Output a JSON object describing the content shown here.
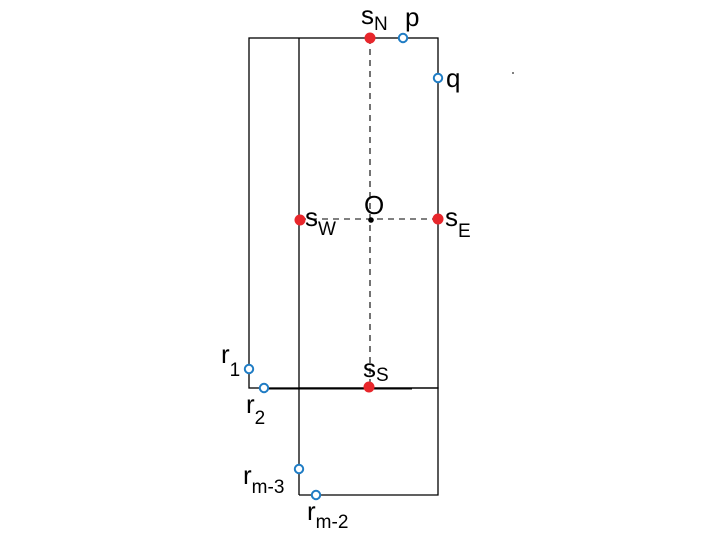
{
  "colors": {
    "line": "#000000",
    "special_point": "#e8262b",
    "hollow_point": "#1f7cc4",
    "center_point": "#000000"
  },
  "labels": {
    "north": {
      "main": "s",
      "sub": "N"
    },
    "south": {
      "main": "s",
      "sub": "S"
    },
    "east": {
      "main": "s",
      "sub": "E"
    },
    "west": {
      "main": "s",
      "sub": "W"
    },
    "center": "O",
    "p": "p",
    "q": "q",
    "r1": {
      "main": "r",
      "sub": "1"
    },
    "r2": {
      "main": "r",
      "sub": "2"
    },
    "rm3": {
      "main": "r",
      "sub": "m-3"
    },
    "rm2": {
      "main": "r",
      "sub": "m-2"
    }
  }
}
